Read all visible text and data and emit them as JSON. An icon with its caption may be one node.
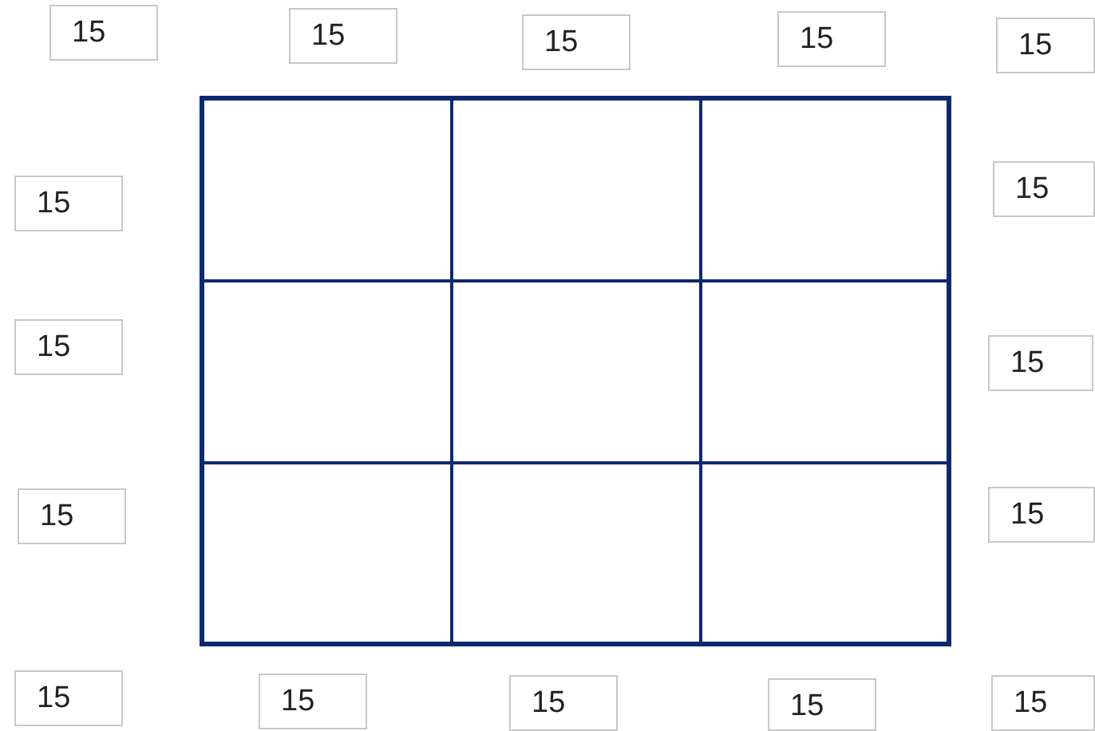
{
  "diagram": {
    "nodes": [
      {
        "text": [
          "15"
        ]
      },
      {
        "text": [
          "15"
        ]
      },
      {
        "text": [
          "15"
        ]
      },
      {
        "text": [
          "15"
        ]
      },
      {
        "text": [
          "15"
        ]
      },
      {
        "text": [
          "15"
        ]
      },
      {
        "text": [
          "15"
        ]
      },
      {
        "text": [
          "15"
        ]
      },
      {
        "text": [
          "15"
        ]
      },
      {
        "text": [
          "15"
        ]
      },
      {
        "text": [
          "15"
        ]
      },
      {
        "text": [
          "15"
        ]
      },
      {
        "text": [
          "15"
        ]
      },
      {
        "text": [
          "15"
        ]
      },
      {
        "text": [
          "15"
        ]
      },
      {
        "text": [
          "15"
        ]
      },
      {
        "text": [],
        "shape": "box"
      },
      {
        "text": [],
        "shape": "box"
      },
      {
        "text": [],
        "shape": "box"
      },
      {
        "text": [],
        "shape": "box"
      },
      {
        "text": [],
        "shape": "box"
      },
      {
        "text": [],
        "shape": "box"
      },
      {
        "text": [],
        "shape": "box"
      },
      {
        "text": [],
        "shape": "box"
      },
      {
        "text": [],
        "shape": "box"
      }
    ]
  }
}
